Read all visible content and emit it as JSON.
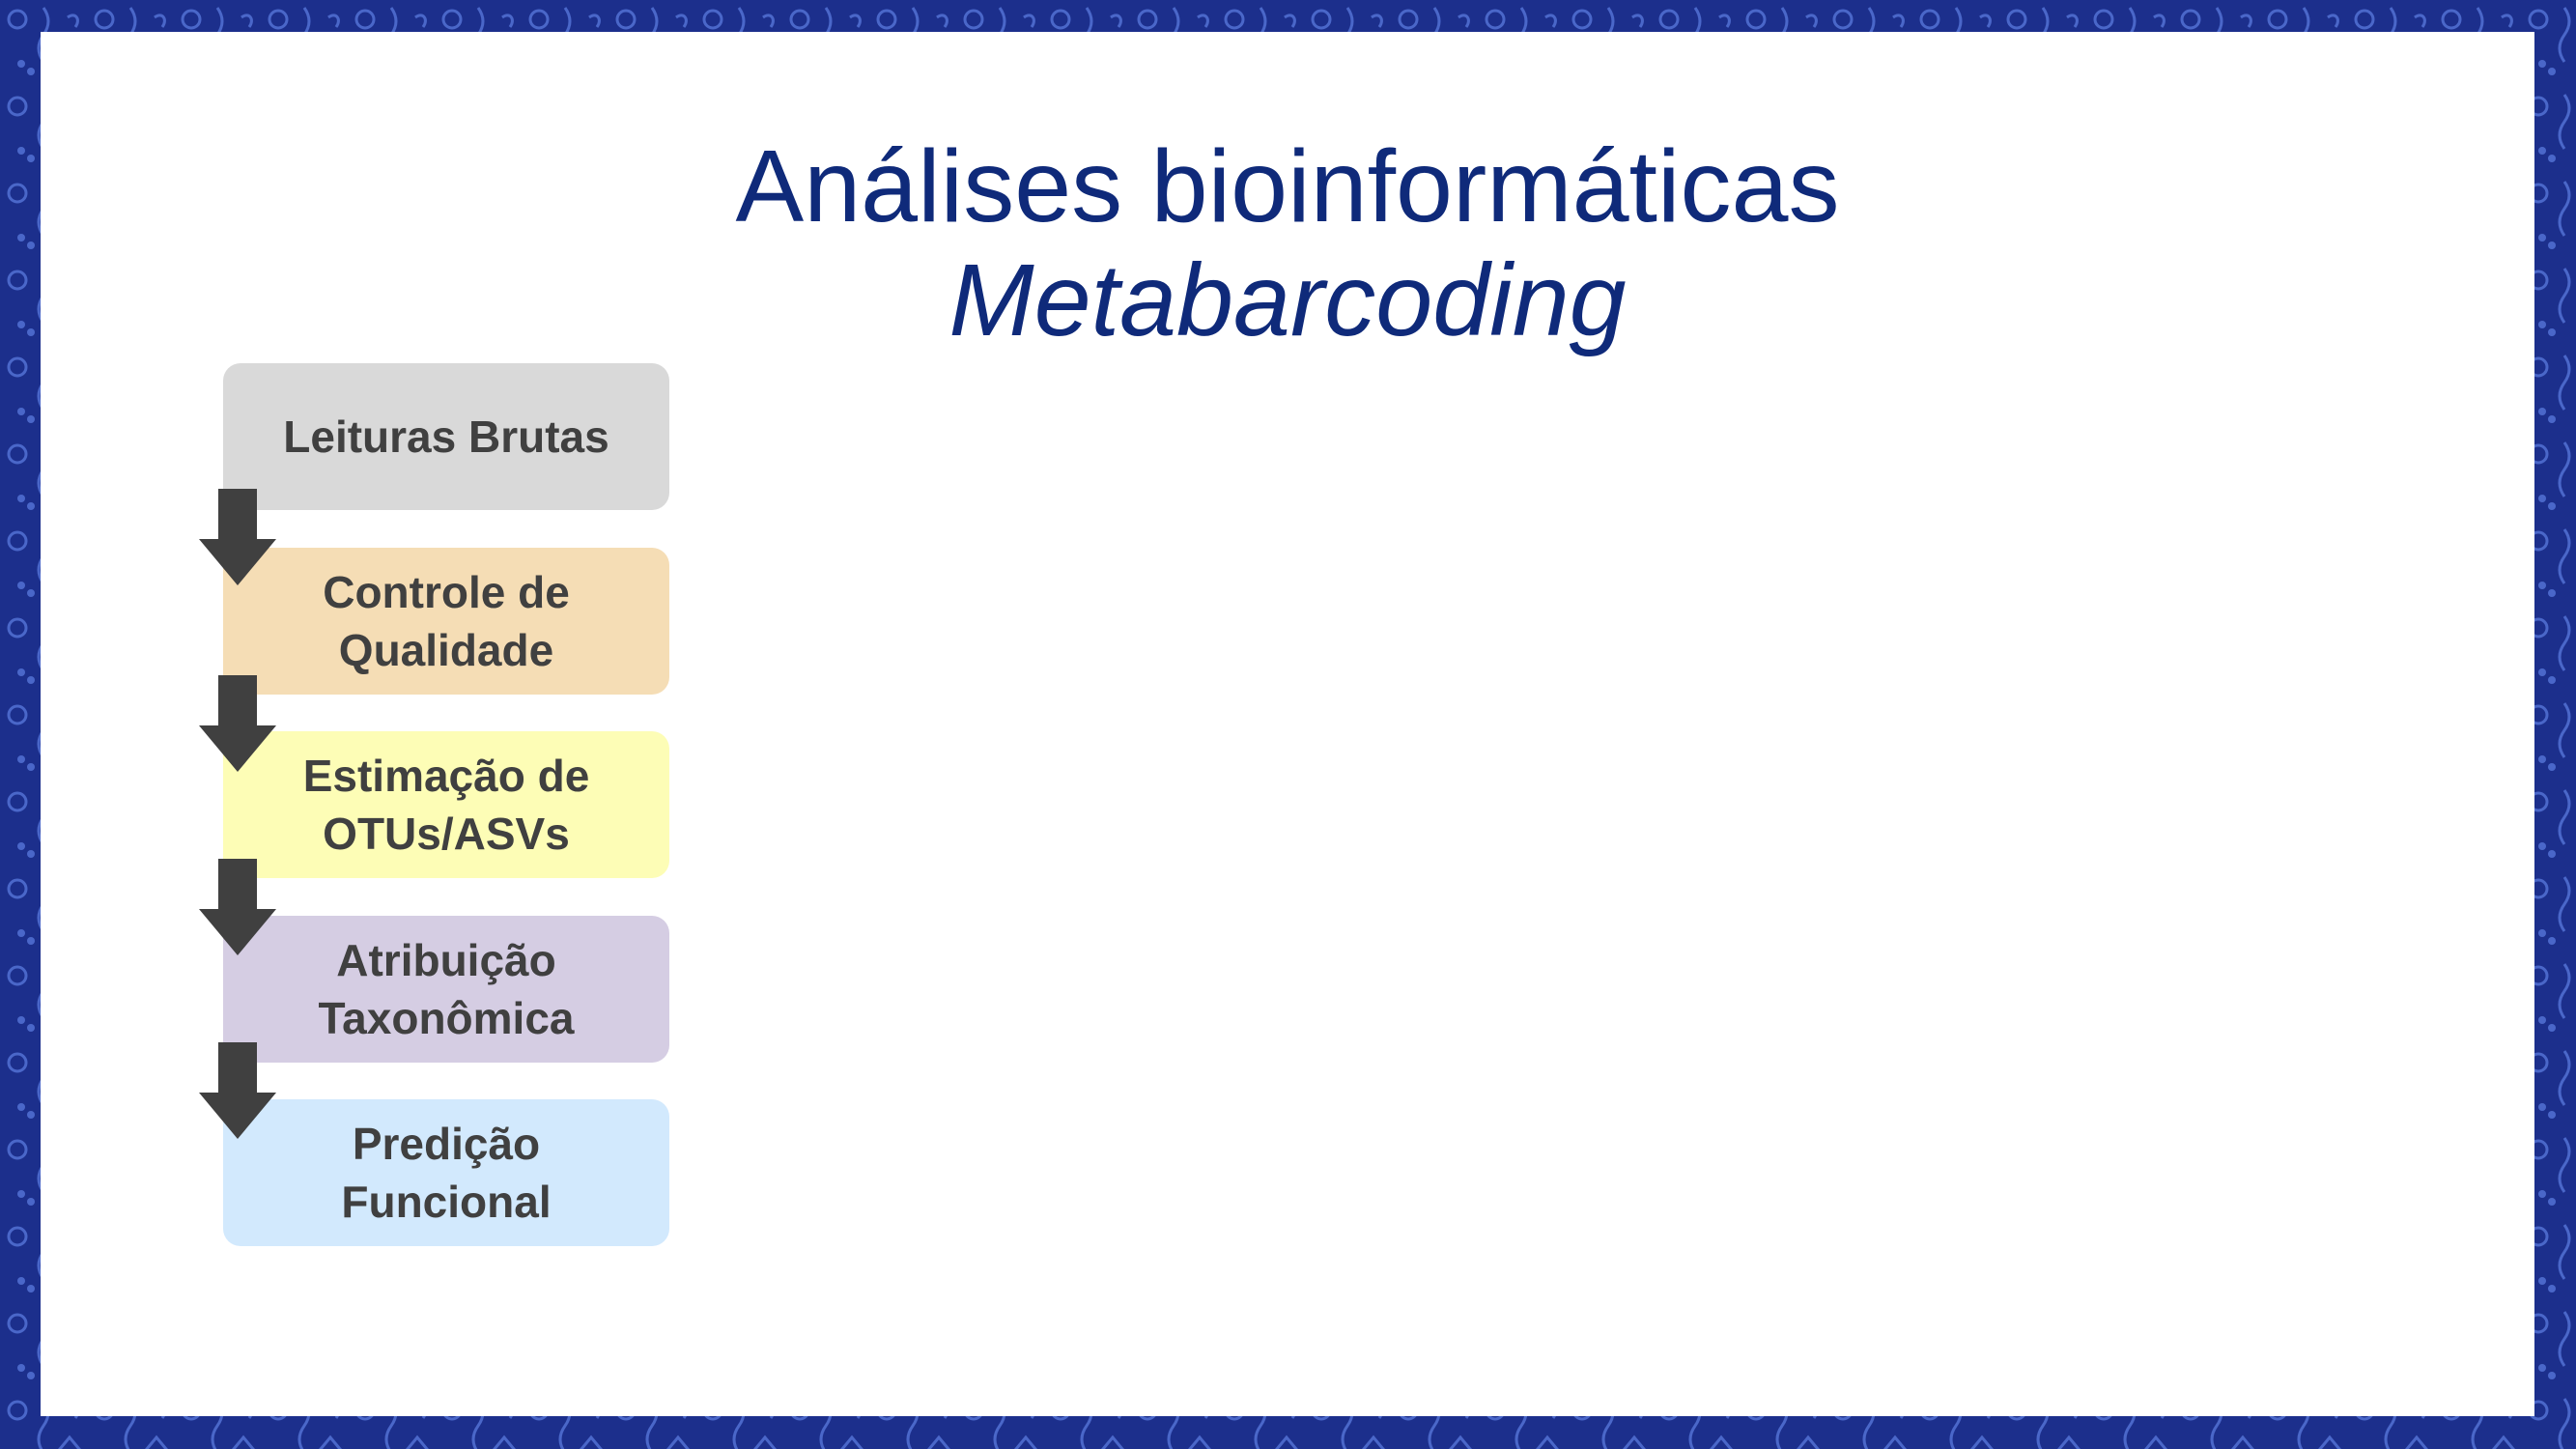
{
  "slide": {
    "title": "Análises bioinformáticas",
    "subtitle": "Metabarcoding"
  },
  "pipeline": {
    "steps": [
      {
        "label": "Leituras Brutas",
        "color": "#d9d9d9"
      },
      {
        "label": "Controle de Qualidade",
        "color": "#f5ddb5"
      },
      {
        "label": "Estimação de OTUs/ASVs",
        "color": "#fdfdb6"
      },
      {
        "label": "Atribuição Taxonômica",
        "color": "#d5cde3"
      },
      {
        "label": "Predição Funcional",
        "color": "#d2e9fd"
      }
    ],
    "arrow_color": "#404040"
  },
  "theme": {
    "border_color": "#1c2f8c",
    "title_color": "#0f2a7a",
    "step_text_color": "#404040"
  }
}
